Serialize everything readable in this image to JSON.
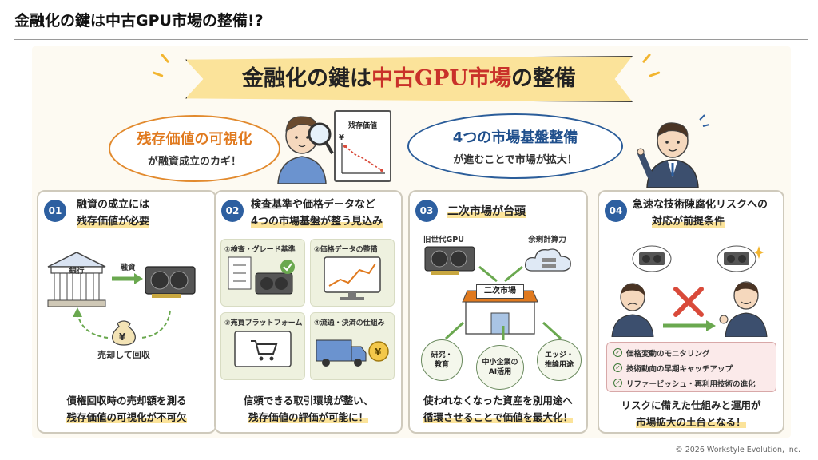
{
  "slide_title": "金融化の鍵は中古GPU市場の整備!?",
  "banner": {
    "before": "金融化の鍵は",
    "highlight": "中古GPU市場",
    "after": "の整備"
  },
  "bubble_left": {
    "main": "残存価値の可視化",
    "sub": "が融資成立のカギ！"
  },
  "bubble_right": {
    "main": "4つの市場基盤整備",
    "sub": "が進むことで市場が拡大！"
  },
  "clipboard": {
    "title": "残存価値",
    "currency": "¥"
  },
  "cards": [
    {
      "number": "01",
      "title_line1": "融資の成立には",
      "title_line2": "残存価値が必要",
      "bank_label": "銀行",
      "arrow_label": "融資",
      "coin": "¥",
      "collect_label": "売却して回収",
      "bottom_line1": "債権回収時の売却額を測る",
      "bottom_line2": "残存価値の可視化が不可欠"
    },
    {
      "number": "02",
      "title_line1": "検査基準や価格データなど",
      "title_line2": "4つの市場基盤が整う見込み",
      "minis": [
        "①検査・グレード基準",
        "②価格データの整備",
        "③売買プラットフォーム",
        "④流通・決済の仕組み"
      ],
      "yen": "¥",
      "bottom_line1": "信頼できる取引環境が整い、",
      "bottom_line2": "残存価値の評価が可能に！"
    },
    {
      "number": "03",
      "title": "二次市場が台頭",
      "old_gpu": "旧世代GPU",
      "surplus": "余剰計算力",
      "market": "二次市場",
      "use1": "研究・\n教育",
      "use2": "中小企業の\nAI活用",
      "use3": "エッジ・\n推論用途",
      "bottom_line1": "使われなくなった資産を別用途へ",
      "bottom_line2": "循環させることで価値を最大化！"
    },
    {
      "number": "04",
      "title_line1": "急速な技術陳腐化リスクへの",
      "title_line2": "対応が前提条件",
      "risks": [
        "価格変動のモニタリング",
        "技術動向の早期キャッチアップ",
        "リファービッシュ・再利用技術の進化"
      ],
      "bottom_line1": "リスクに備えた仕組みと運用が",
      "bottom_line2": "市場拡大の土台となる！"
    }
  ],
  "copyright": "© 2026 Workstyle Evolution, inc.",
  "colors": {
    "accent_blue": "#2d5fa0",
    "banner_yellow": "#fbe39a",
    "highlight_red": "#c9312a",
    "orange": "#e07a1f"
  }
}
